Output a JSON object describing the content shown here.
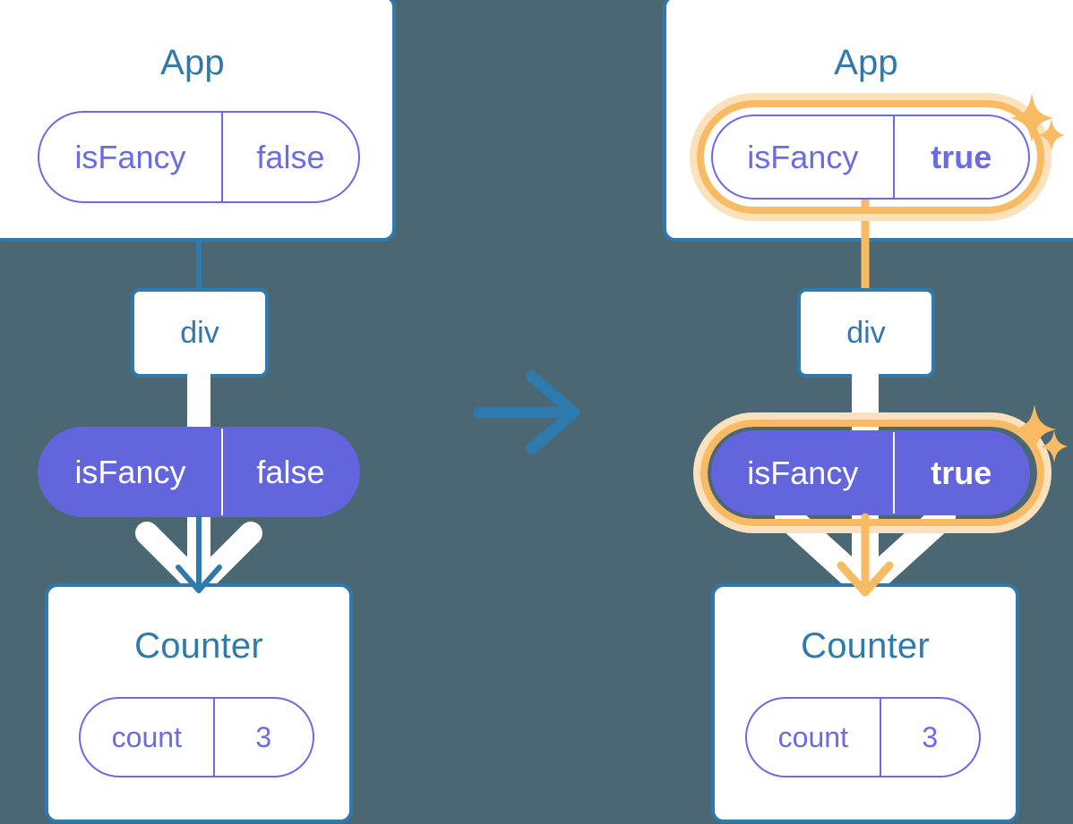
{
  "meta": {
    "background_color": "#4c6774",
    "accent_blue": "#2e7aad",
    "accent_purple": "#6365dc",
    "accent_purple_outline": "#6b6be2",
    "highlight_orange": "#f8bb63",
    "highlight_orange_soft": "#fbe2bc",
    "white": "#ffffff"
  },
  "left_tree": {
    "label": "before-state-tree",
    "app": {
      "title": "App",
      "state": {
        "key": "isFancy",
        "value": "false",
        "style": "outline",
        "highlighted": false
      }
    },
    "div": {
      "label": "div"
    },
    "prop": {
      "key": "isFancy",
      "value": "false",
      "style": "filled",
      "highlighted": false
    },
    "counter": {
      "title": "Counter",
      "state": {
        "key": "count",
        "value": "3",
        "style": "outline",
        "highlighted": false
      }
    },
    "flow_color": "#2e7aad"
  },
  "transition": {
    "icon": "arrow-right-icon",
    "color": "#2e7aad"
  },
  "right_tree": {
    "label": "after-state-tree",
    "app": {
      "title": "App",
      "state": {
        "key": "isFancy",
        "value": "true",
        "style": "outline",
        "highlighted": true
      }
    },
    "div": {
      "label": "div"
    },
    "prop": {
      "key": "isFancy",
      "value": "true",
      "style": "filled",
      "highlighted": true
    },
    "counter": {
      "title": "Counter",
      "state": {
        "key": "count",
        "value": "3",
        "style": "outline",
        "highlighted": false
      }
    },
    "flow_color": "#f8bb63",
    "sparkles": [
      {
        "name": "sparkle-app-large"
      },
      {
        "name": "sparkle-app-small"
      },
      {
        "name": "sparkle-prop-large"
      },
      {
        "name": "sparkle-prop-small"
      }
    ]
  }
}
